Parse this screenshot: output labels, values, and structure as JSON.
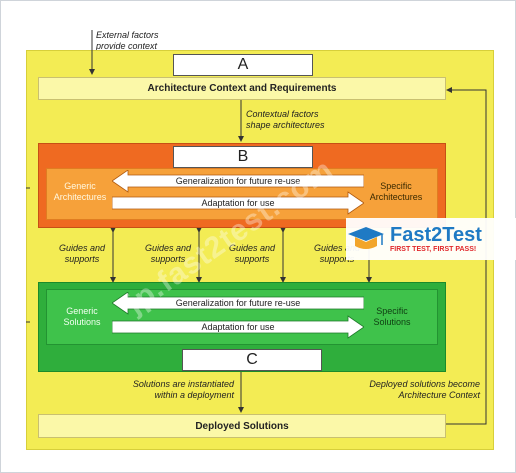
{
  "top_note": "External factors\nprovide context",
  "label_a": "A",
  "context_bar": "Architecture Context and Requirements",
  "contextual_note": "Contextual factors\nshape architectures",
  "label_b": "B",
  "arch": {
    "left": "Generic\nArchitectures",
    "right": "Specific\nArchitectures",
    "generalization": "Generalization for future re-use",
    "adaptation": "Adaptation for use"
  },
  "guides": [
    "Guides and\nsupports",
    "Guides and\nsupports",
    "Guides and\nsupports",
    "Guides and\nsupports"
  ],
  "sol": {
    "left": "Generic\nSolutions",
    "right": "Specific\nSolutions",
    "generalization": "Generalization for future re-use",
    "adaptation": "Adaptation for use"
  },
  "label_c": "C",
  "instantiated_note": "Solutions are instantiated\nwithin a deployment",
  "deployed_note": "Deployed solutions become\nArchitecture Context",
  "deployed_bar": "Deployed Solutions",
  "watermark": "jp.fast2test.com",
  "badge": {
    "title": "Fast2Test",
    "subtitle": "FIRST TEST, FIRST PASS!"
  },
  "colors": {
    "panel": "#f3ec54",
    "orange": "#ef6a21",
    "green": "#2fae3c",
    "brand_blue": "#1f7ac4",
    "brand_red": "#e0262a"
  }
}
